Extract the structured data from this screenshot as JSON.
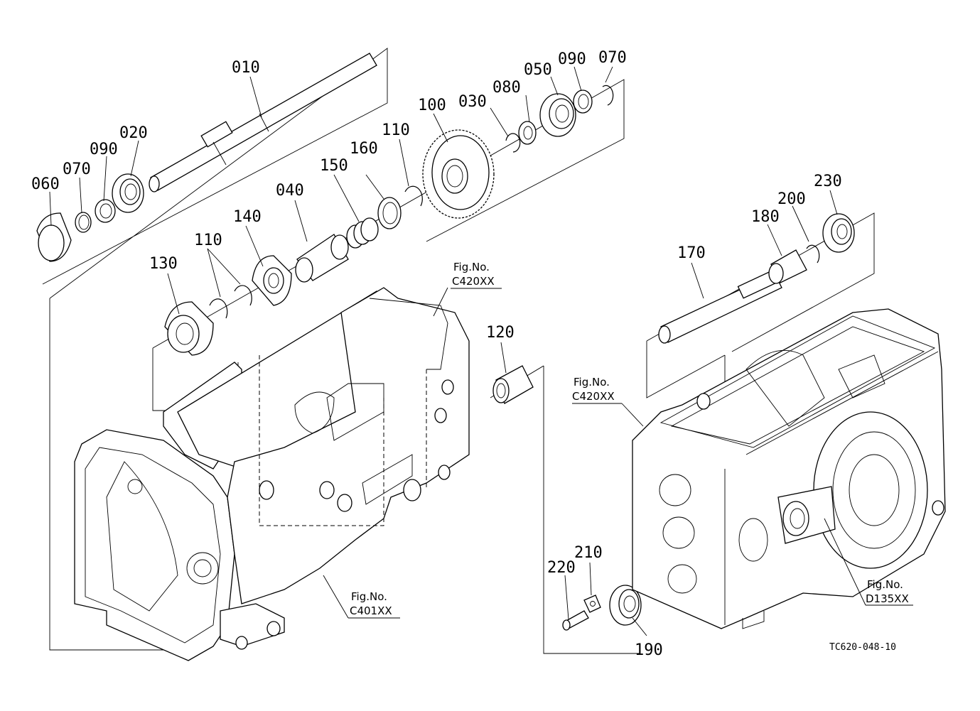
{
  "parts": [
    {
      "id": "p010",
      "label": "010"
    },
    {
      "id": "p020",
      "label": "020"
    },
    {
      "id": "p090a",
      "label": "090"
    },
    {
      "id": "p070a",
      "label": "070"
    },
    {
      "id": "p060",
      "label": "060"
    },
    {
      "id": "p100",
      "label": "100"
    },
    {
      "id": "p030",
      "label": "030"
    },
    {
      "id": "p080",
      "label": "080"
    },
    {
      "id": "p050",
      "label": "050"
    },
    {
      "id": "p090b",
      "label": "090"
    },
    {
      "id": "p070b",
      "label": "070"
    },
    {
      "id": "p110a",
      "label": "110"
    },
    {
      "id": "p160",
      "label": "160"
    },
    {
      "id": "p150",
      "label": "150"
    },
    {
      "id": "p040",
      "label": "040"
    },
    {
      "id": "p140",
      "label": "140"
    },
    {
      "id": "p110b",
      "label": "110"
    },
    {
      "id": "p130",
      "label": "130"
    },
    {
      "id": "p120",
      "label": "120"
    },
    {
      "id": "p170",
      "label": "170"
    },
    {
      "id": "p180",
      "label": "180"
    },
    {
      "id": "p200",
      "label": "200"
    },
    {
      "id": "p230",
      "label": "230"
    },
    {
      "id": "p210",
      "label": "210"
    },
    {
      "id": "p220",
      "label": "220"
    },
    {
      "id": "p190",
      "label": "190"
    }
  ],
  "figure_refs": [
    {
      "id": "fig1",
      "title": "Fig.No.",
      "code": "C420XX"
    },
    {
      "id": "fig2",
      "title": "Fig.No.",
      "code": "C420XX"
    },
    {
      "id": "fig3",
      "title": "Fig.No.",
      "code": "C401XX"
    },
    {
      "id": "fig4",
      "title": "Fig.No.",
      "code": "D135XX"
    }
  ],
  "drawing_code": "TC620-048-10"
}
